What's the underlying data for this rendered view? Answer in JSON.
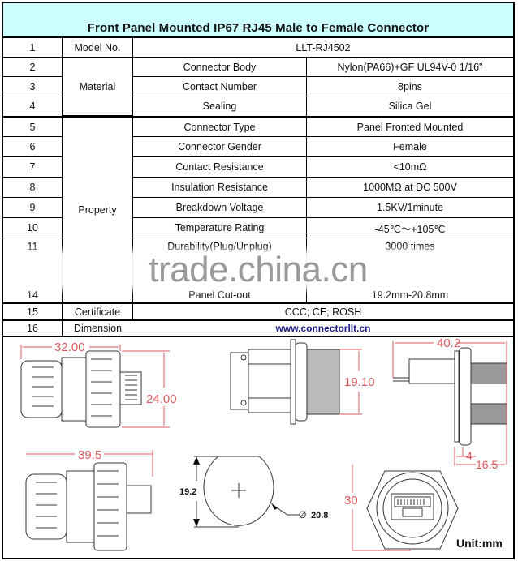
{
  "title": "Front Panel Mounted IP67 RJ45 Male to Female Connector",
  "colors": {
    "header_bg": "#ccffff",
    "dimension_red": "#d85a5a",
    "link_blue": "#1a1a8a",
    "border": "#000000"
  },
  "rows": [
    {
      "no": "1",
      "item": "Model No.",
      "value": "LLT-RJ4502"
    },
    {
      "no": "2",
      "param": "Connector Body",
      "value": "Nylon(PA66)+GF UL94V-0 1/16\""
    },
    {
      "no": "3",
      "param": "Contact Number",
      "value": "8pins"
    },
    {
      "no": "4",
      "param": "Sealing",
      "value": "Silica Gel"
    },
    {
      "no": "5",
      "param": "Connector Type",
      "value": "Panel Fronted Mounted"
    },
    {
      "no": "6",
      "param": "Connector Gender",
      "value": "Female"
    },
    {
      "no": "7",
      "param": "Contact Resistance",
      "value": "<10mΩ"
    },
    {
      "no": "8",
      "param": "Insulation Resistance",
      "value": "1000MΩ at DC 500V"
    },
    {
      "no": "9",
      "param": "Breakdown Voltage",
      "value": "1.5KV/1minute"
    },
    {
      "no": "10",
      "param": "Temperature Rating",
      "value": "-45℃～+105℃"
    },
    {
      "no": "11",
      "param": "Durability(Plug/Unplug)",
      "value": "3000 times"
    },
    {
      "no": "14",
      "param": "Panel Cut-out",
      "value": "19.2mm-20.8mm"
    },
    {
      "no": "15",
      "item": "Certificate",
      "value": "CCC; CE; ROSH"
    },
    {
      "no": "16",
      "item": "Dimension",
      "value": "www.connectorllt.cn"
    }
  ],
  "groups": {
    "material": "Material",
    "property": "Property"
  },
  "watermark": "trade.china.cn",
  "drawing": {
    "plug_length": "32.00",
    "plug_height": "24.00",
    "plug_total_length": "39.5",
    "socket_thread_dia": "19.10",
    "socket_total_length": "40.2",
    "flange_thickness": "4",
    "thread_length": "16.5",
    "cutout_flat": "19.2",
    "cutout_dia": "20.8",
    "cutout_dia_symbol": "Ø",
    "hex_height": "30",
    "unit_label": "Unit:mm"
  }
}
